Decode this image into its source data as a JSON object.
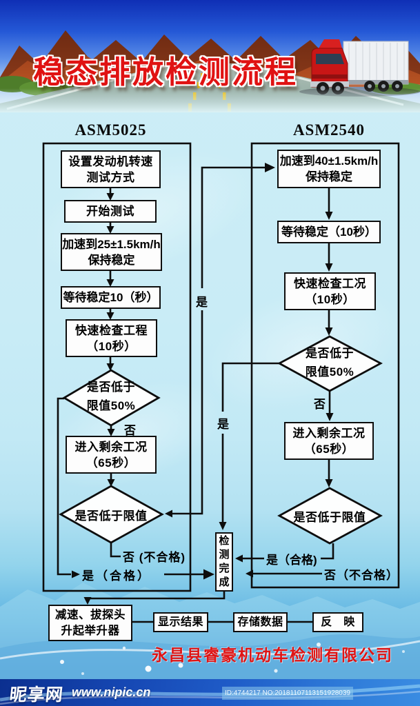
{
  "poster": {
    "title": "稳态排放检测流程",
    "company": "永昌县睿豪机动车检测有限公司"
  },
  "left_column": {
    "title": "ASM5025",
    "box1_l1": "设置发动机转速",
    "box1_l2": "测试方式",
    "box2": "开始测试",
    "box3_l1": "加速到25±1.5km/h",
    "box3_l2": "保持稳定",
    "box4": "等待稳定10（秒）",
    "box5_l1": "快速检查工程",
    "box5_l2": "（10秒）",
    "diamond1_l1": "是否低于",
    "diamond1_l2": "限值50%",
    "no_label": "否",
    "box6_l1": "进入剩余工况",
    "box6_l2": "（65秒）",
    "diamond2": "是否低于限值",
    "no_fail_label": "否 (不合格)",
    "yes_pass_label": "是（合格）"
  },
  "right_column": {
    "title": "ASM2540",
    "box1_l1": "加速到40±1.5km/h",
    "box1_l2": "保持稳定",
    "box2": "等待稳定（10秒）",
    "box3_l1": "快速检查工况",
    "box3_l2": "（10秒）",
    "diamond1_l1": "是否低于",
    "diamond1_l2": "限值50%",
    "no_label": "否",
    "box4_l1": "进入剩余工况",
    "box4_l2": "（65秒）",
    "diamond2": "是否低于限值",
    "yes_pass_label": "是（合格)",
    "no_fail_label": "否（不合格）"
  },
  "middle": {
    "yes_label_to_asm2540": "是",
    "yes_label_to_complete": "是",
    "complete_box": "检测完成"
  },
  "bottom_row": {
    "box1_l1": "减速、拔探头",
    "box1_l2": "升起举升器",
    "box2": "显示结果",
    "box3": "存储数据",
    "box4": "反　映"
  },
  "footer": {
    "site_name": "昵享网",
    "site_url": "www.nipic.cn",
    "id_text": "ID:4744217 NO:20181107113151928039"
  },
  "colors": {
    "title_red": "#e01212",
    "company_red": "#e01414",
    "line_black": "#0d0d0d",
    "footer_blue": "#1f5cc8"
  }
}
